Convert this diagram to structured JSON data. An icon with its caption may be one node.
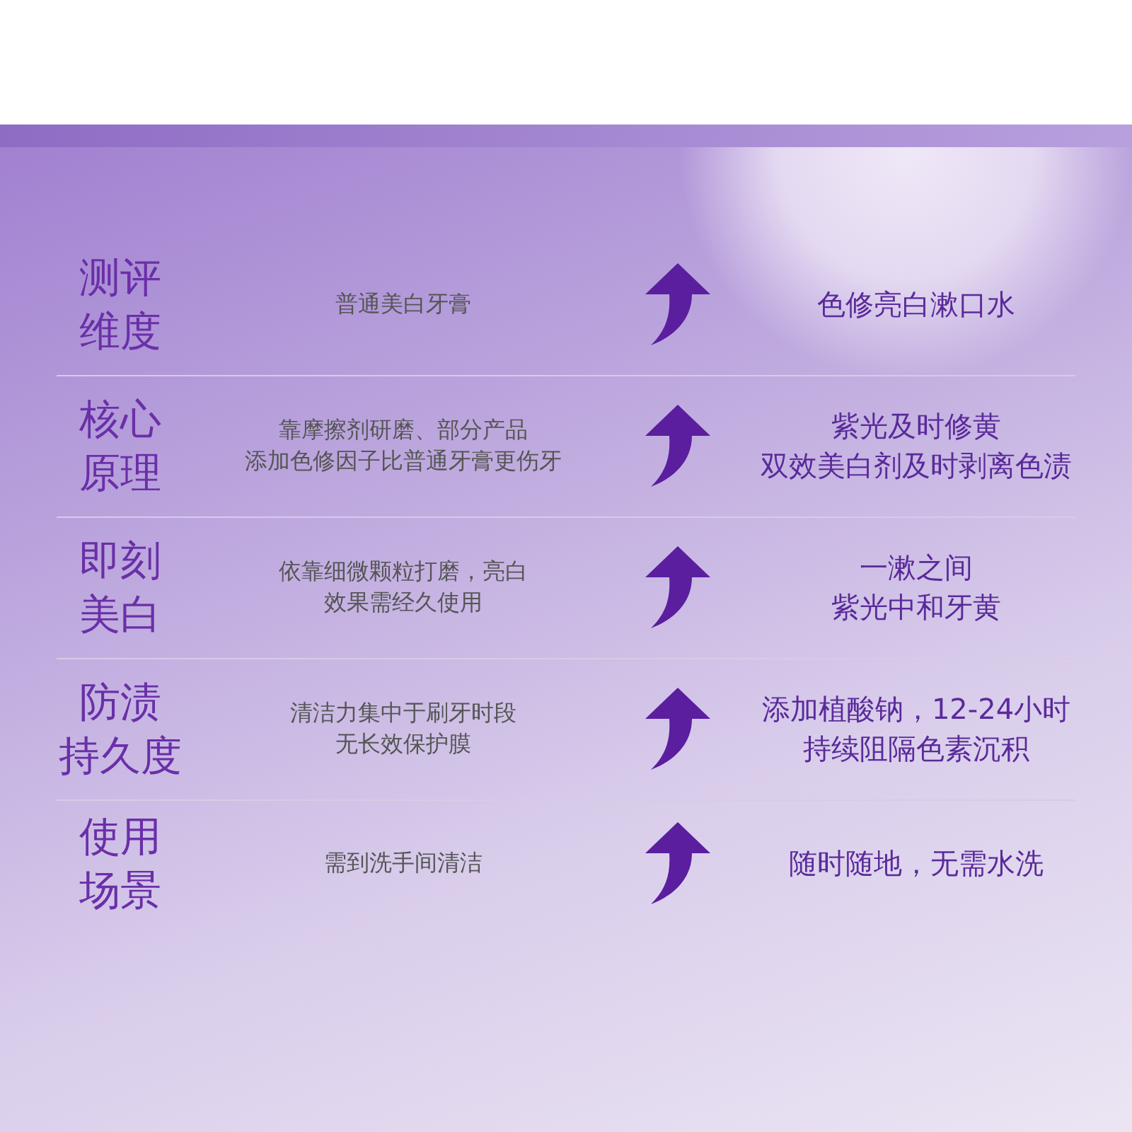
{
  "diagram": {
    "labels": [
      "测评维度",
      "普通美白牙膏",
      "色修亮白漱口水",
      "核心原理",
      "靠摩擦剂研磨、部分产品添加色修因子比普通牙膏更伤牙",
      "紫光及时修黄双效美白剂及时剥离色渍",
      "即刻美白",
      "依靠细微颗粒打磨，亮白效果需经久使用",
      "一漱之间紫光中和牙黄",
      "防渍持久度",
      "清洁力集中于刷牙时段无长效保护膜",
      "添加植酸钠，12-24小时持续阻隔色素沉积",
      "使用场景",
      "需到洗手间清洁",
      "随时随地，无需水洗"
    ]
  }
}
